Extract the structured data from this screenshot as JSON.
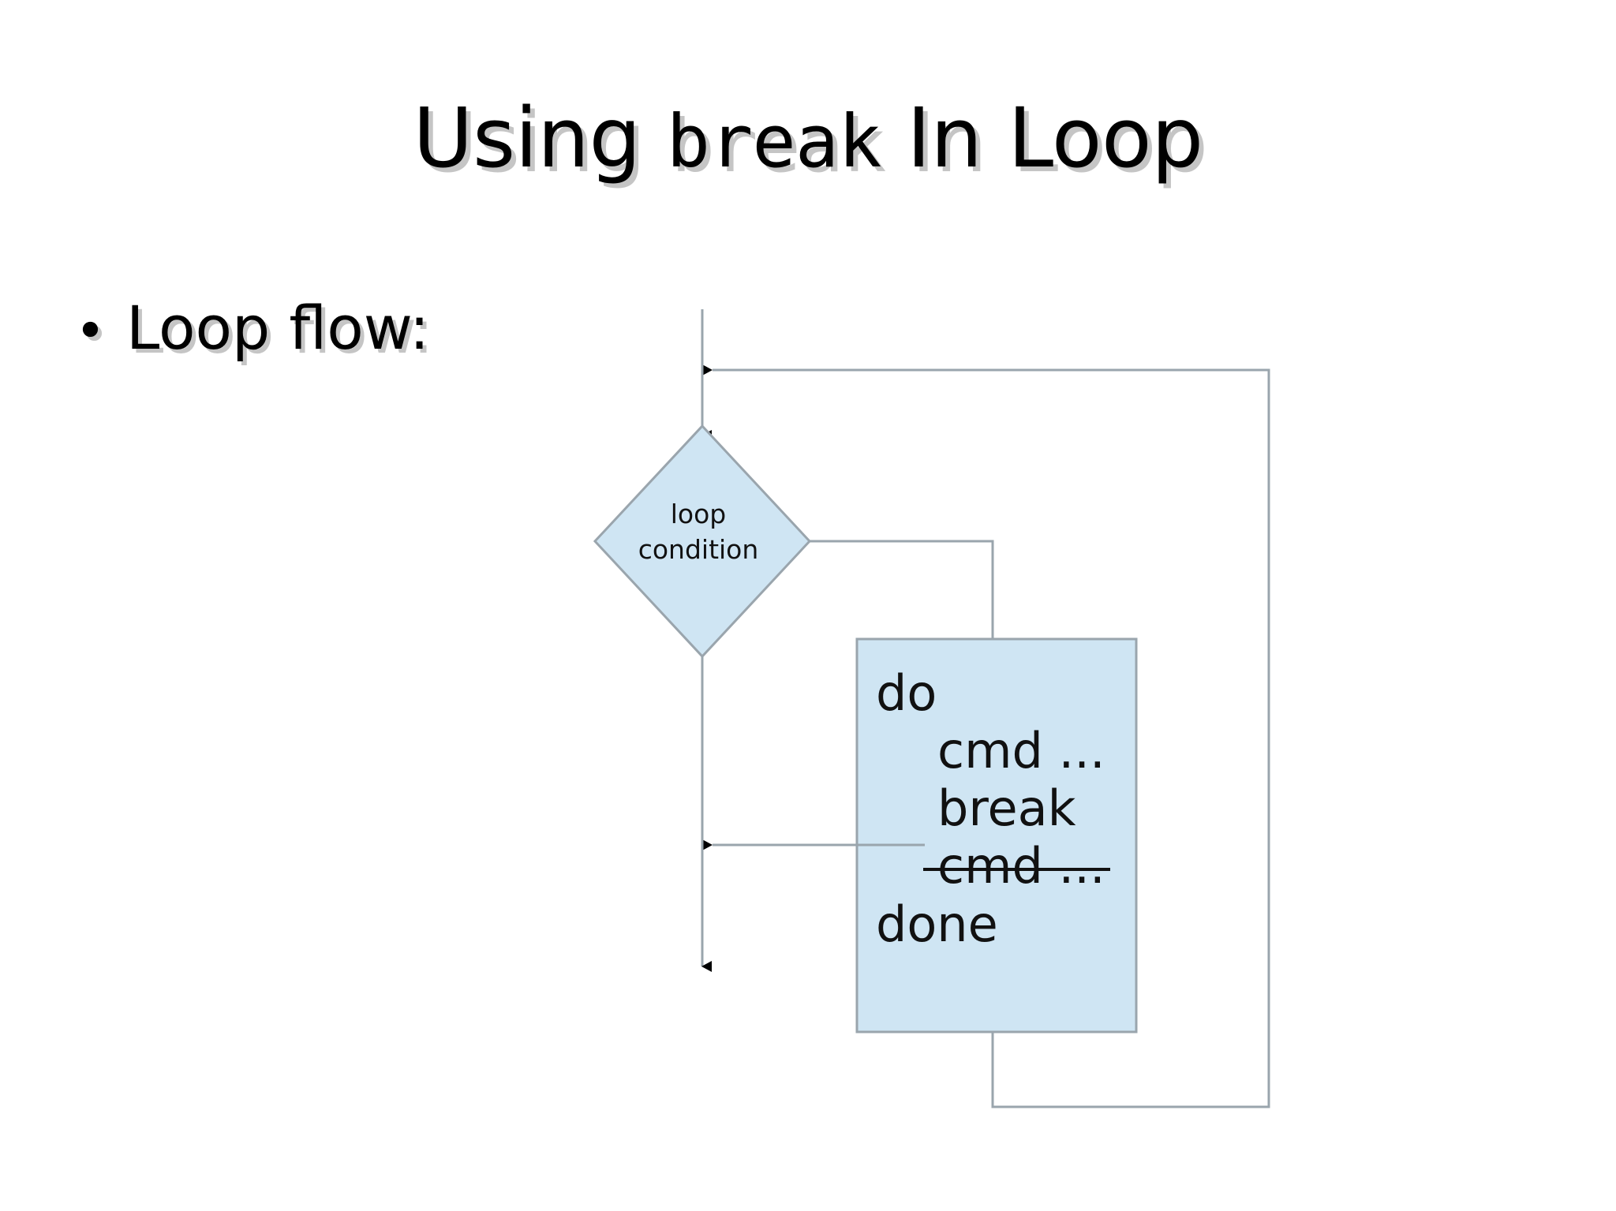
{
  "slide": {
    "title_prefix": "Using ",
    "title_code": "break",
    "title_suffix": " In Loop",
    "background_color": "#ffffff",
    "shadow_color": "#969696"
  },
  "bullets": [
    {
      "marker": "•",
      "text": "Loop flow:"
    }
  ],
  "flowchart": {
    "decision": {
      "line1": "loop",
      "line2": "condition",
      "fill_color": "#cfe5f3",
      "stroke_color": "#9aa5ad",
      "shape": "diamond"
    },
    "process": {
      "fill_color": "#cfe5f3",
      "stroke_color": "#9aa5ad",
      "shape": "rectangle",
      "lines": [
        {
          "text": "do",
          "indented": false,
          "struck": false
        },
        {
          "text": "cmd ...",
          "indented": true,
          "struck": false
        },
        {
          "text": "break",
          "indented": true,
          "struck": false
        },
        {
          "text": "cmd ...",
          "indented": true,
          "struck": true
        },
        {
          "text": "done",
          "indented": false,
          "struck": false
        }
      ]
    },
    "connector_color": "#9aa5ad",
    "arrowhead_color": "#000000",
    "edges": [
      {
        "name": "entry-into-condition",
        "from": "top-entry",
        "to": "decision",
        "arrow": "down"
      },
      {
        "name": "loop-return-into-entry",
        "from": "process-bottom",
        "to": "top-entry",
        "arrow": "left"
      },
      {
        "name": "condition-true-to-body",
        "from": "decision-right",
        "to": "process-top",
        "arrow": "down"
      },
      {
        "name": "break-exit",
        "from": "break-statement",
        "to": "exit-path",
        "arrow": "left"
      },
      {
        "name": "loop-exit-down",
        "from": "decision-bottom",
        "to": "exit",
        "arrow": "down"
      }
    ]
  }
}
